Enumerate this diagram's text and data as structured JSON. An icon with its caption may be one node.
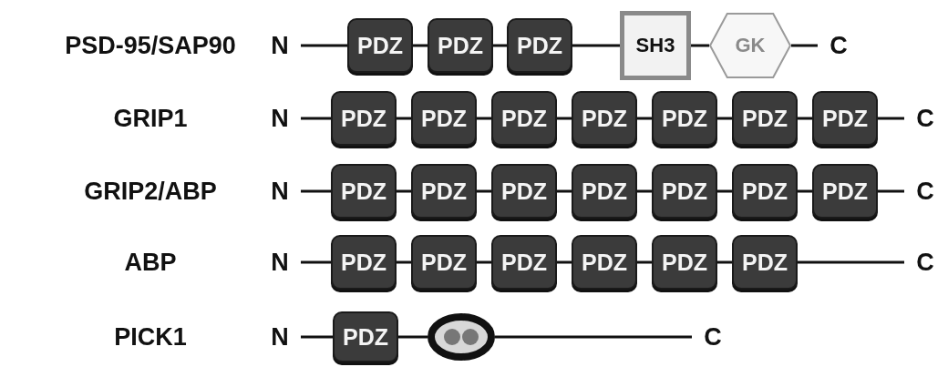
{
  "diagram": {
    "nodes": [
      {
        "text": [
          "N"
        ]
      },
      {
        "text": [
          "PDZ"
        ]
      },
      {
        "text": [
          "PDZ"
        ]
      },
      {
        "text": [
          "PDZ"
        ]
      },
      {
        "text": [
          "SH3"
        ]
      },
      {
        "text": [
          "GK"
        ]
      },
      {
        "text": [
          "C"
        ]
      },
      {
        "text": [
          "N"
        ]
      },
      {
        "text": [
          "PDZ"
        ]
      },
      {
        "text": [
          "PDZ"
        ]
      },
      {
        "text": [
          "PDZ"
        ]
      },
      {
        "text": [
          "PDZ"
        ]
      },
      {
        "text": [
          "PDZ"
        ]
      },
      {
        "text": [
          "PDZ"
        ]
      },
      {
        "text": [
          "PDZ"
        ]
      },
      {
        "text": [
          "C"
        ]
      },
      {
        "text": [
          "N"
        ]
      },
      {
        "text": [
          "PDZ"
        ]
      },
      {
        "text": [
          "PDZ"
        ]
      },
      {
        "text": [
          "PDZ"
        ]
      },
      {
        "text": [
          "PDZ"
        ]
      },
      {
        "text": [
          "PDZ"
        ]
      },
      {
        "text": [
          "PDZ"
        ]
      },
      {
        "text": [
          "PDZ"
        ]
      },
      {
        "text": [
          "C"
        ]
      },
      {
        "text": [
          "N"
        ]
      },
      {
        "text": [
          "PDZ"
        ]
      },
      {
        "text": [
          "PDZ"
        ]
      },
      {
        "text": [
          "PDZ"
        ]
      },
      {
        "text": [
          "PDZ"
        ]
      },
      {
        "text": [
          "PDZ"
        ]
      },
      {
        "text": [
          "PDZ"
        ]
      },
      {
        "text": [
          "C"
        ]
      },
      {
        "text": [
          "N"
        ]
      },
      {
        "text": [
          "PDZ"
        ]
      },
      {
        "text": [],
        "shape": "ellipse"
      },
      {
        "text": [
          "C"
        ]
      }
    ],
    "edges": [
      {
        "from": 0,
        "to": 1,
        "arrow": "none"
      },
      {
        "from": 1,
        "to": 2,
        "arrow": "none"
      },
      {
        "from": 2,
        "to": 3,
        "arrow": "none"
      },
      {
        "from": 3,
        "to": 4,
        "arrow": "none"
      },
      {
        "from": 4,
        "to": 5,
        "arrow": "none"
      },
      {
        "from": 5,
        "to": 6,
        "arrow": "none"
      },
      {
        "from": 7,
        "to": 8,
        "arrow": "none"
      },
      {
        "from": 8,
        "to": 9,
        "arrow": "none"
      },
      {
        "from": 9,
        "to": 10,
        "arrow": "none"
      },
      {
        "from": 10,
        "to": 11,
        "arrow": "none"
      },
      {
        "from": 11,
        "to": 12,
        "arrow": "none"
      },
      {
        "from": 12,
        "to": 13,
        "arrow": "none"
      },
      {
        "from": 13,
        "to": 14,
        "arrow": "none"
      },
      {
        "from": 14,
        "to": 15,
        "arrow": "none"
      },
      {
        "from": 16,
        "to": 17,
        "arrow": "none"
      },
      {
        "from": 17,
        "to": 18,
        "arrow": "none"
      },
      {
        "from": 18,
        "to": 19,
        "arrow": "none"
      },
      {
        "from": 19,
        "to": 20,
        "arrow": "none"
      },
      {
        "from": 20,
        "to": 21,
        "arrow": "none"
      },
      {
        "from": 21,
        "to": 22,
        "arrow": "none"
      },
      {
        "from": 22,
        "to": 23,
        "arrow": "none"
      },
      {
        "from": 23,
        "to": 24,
        "arrow": "none"
      },
      {
        "from": 25,
        "to": 26,
        "arrow": "none"
      },
      {
        "from": 26,
        "to": 27,
        "arrow": "none"
      },
      {
        "from": 27,
        "to": 28,
        "arrow": "none"
      },
      {
        "from": 28,
        "to": 29,
        "arrow": "none"
      },
      {
        "from": 29,
        "to": 30,
        "arrow": "none"
      },
      {
        "from": 30,
        "to": 31,
        "arrow": "none"
      },
      {
        "from": 31,
        "to": 32,
        "arrow": "none"
      },
      {
        "from": 33,
        "to": 34,
        "arrow": "none"
      },
      {
        "from": 34,
        "to": 35,
        "arrow": "none"
      },
      {
        "from": 35,
        "to": 36,
        "arrow": "none"
      }
    ],
    "labels": [
      "PSD-95/SAP90",
      "GRIP1",
      "GRIP2/ABP",
      "ABP",
      "PICK1"
    ]
  }
}
